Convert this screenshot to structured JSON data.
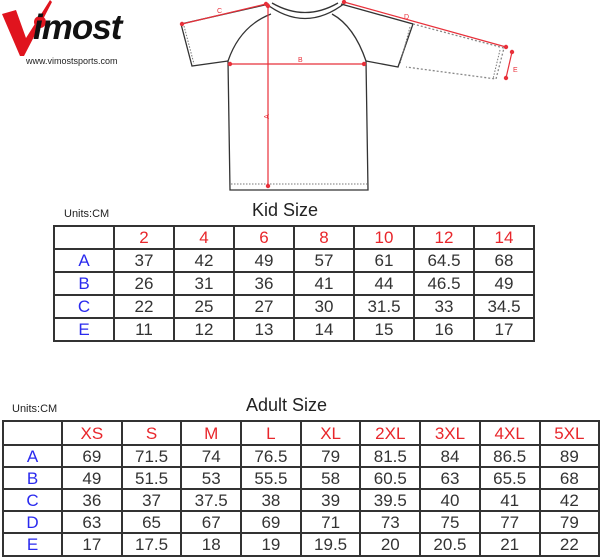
{
  "brand": {
    "name": "Vimost",
    "word_rest": "imost",
    "url": "www.vimostsports.com",
    "colors": {
      "red": "#e0141e",
      "black": "#111111"
    }
  },
  "diagram": {
    "labels": {
      "A": "A",
      "B": "B",
      "C": "C",
      "D": "D",
      "E": "E"
    },
    "measure_color": "#e8303a",
    "outline_color": "#333333"
  },
  "kid": {
    "units": "Units:CM",
    "title": "Kid Size",
    "sizes": [
      "2",
      "4",
      "6",
      "8",
      "10",
      "12",
      "14"
    ],
    "rows": [
      {
        "label": "A",
        "values": [
          "37",
          "42",
          "49",
          "57",
          "61",
          "64.5",
          "68"
        ]
      },
      {
        "label": "B",
        "values": [
          "26",
          "31",
          "36",
          "41",
          "44",
          "46.5",
          "49"
        ]
      },
      {
        "label": "C",
        "values": [
          "22",
          "25",
          "27",
          "30",
          "31.5",
          "33",
          "34.5"
        ]
      },
      {
        "label": "E",
        "values": [
          "11",
          "12",
          "13",
          "14",
          "15",
          "16",
          "17"
        ]
      }
    ]
  },
  "adult": {
    "units": "Units:CM",
    "title": "Adult Size",
    "sizes": [
      "XS",
      "S",
      "M",
      "L",
      "XL",
      "2XL",
      "3XL",
      "4XL",
      "5XL"
    ],
    "rows": [
      {
        "label": "A",
        "values": [
          "69",
          "71.5",
          "74",
          "76.5",
          "79",
          "81.5",
          "84",
          "86.5",
          "89"
        ]
      },
      {
        "label": "B",
        "values": [
          "49",
          "51.5",
          "53",
          "55.5",
          "58",
          "60.5",
          "63",
          "65.5",
          "68"
        ]
      },
      {
        "label": "C",
        "values": [
          "36",
          "37",
          "37.5",
          "38",
          "39",
          "39.5",
          "40",
          "41",
          "42"
        ]
      },
      {
        "label": "D",
        "values": [
          "63",
          "65",
          "67",
          "69",
          "71",
          "73",
          "75",
          "77",
          "79"
        ]
      },
      {
        "label": "E",
        "values": [
          "17",
          "17.5",
          "18",
          "19",
          "19.5",
          "20",
          "20.5",
          "21",
          "22"
        ]
      }
    ]
  },
  "colors": {
    "header_red": "#e8262b",
    "row_label_blue": "#2a2aee",
    "cell_text": "#333333",
    "grid": "#333333"
  }
}
